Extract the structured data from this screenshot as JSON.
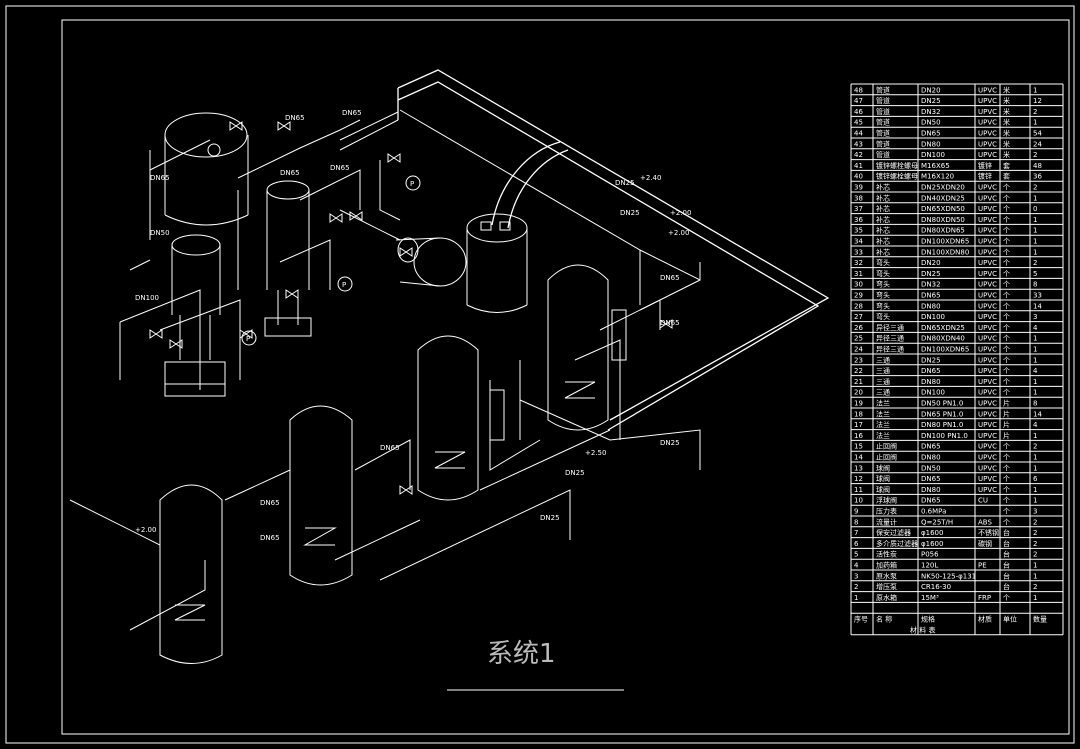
{
  "drawing": {
    "title": "系统1",
    "pipe_labels": [
      "DN65",
      "DN65",
      "DN65",
      "DN65",
      "DN65",
      "DN50",
      "DN100",
      "DN25",
      "DN25",
      "DN65",
      "DN65",
      "DN25",
      "DN65",
      "DN65",
      "DN25",
      "DN25",
      "DN65"
    ],
    "elevations": [
      "+2.40",
      "+2.00",
      "+2.00",
      "+2.50",
      "+2.00"
    ],
    "gauge_mark": "P"
  },
  "material_table": {
    "headers": [
      "序号",
      "名 称",
      "规格",
      "材质",
      "单位",
      "数量"
    ],
    "footer": "材 料 表",
    "rows": [
      [
        "48",
        "管道",
        "DN20",
        "UPVC",
        "米",
        "1"
      ],
      [
        "47",
        "管道",
        "DN25",
        "UPVC",
        "米",
        "12"
      ],
      [
        "46",
        "管道",
        "DN32",
        "UPVC",
        "米",
        "2"
      ],
      [
        "45",
        "管道",
        "DN50",
        "UPVC",
        "米",
        "1"
      ],
      [
        "44",
        "管道",
        "DN65",
        "UPVC",
        "米",
        "54"
      ],
      [
        "43",
        "管道",
        "DN80",
        "UPVC",
        "米",
        "24"
      ],
      [
        "42",
        "管道",
        "DN100",
        "UPVC",
        "米",
        "2"
      ],
      [
        "41",
        "镀锌螺栓螺母",
        "M16X65",
        "镀锌",
        "套",
        "48"
      ],
      [
        "40",
        "镀锌螺栓螺母",
        "M16X120",
        "镀锌",
        "套",
        "36"
      ],
      [
        "39",
        "补芯",
        "DN25XDN20",
        "UPVC",
        "个",
        "2"
      ],
      [
        "38",
        "补芯",
        "DN40XDN25",
        "UPVC",
        "个",
        "1"
      ],
      [
        "37",
        "补芯",
        "DN65XDN50",
        "UPVC",
        "个",
        "0"
      ],
      [
        "36",
        "补芯",
        "DN80XDN50",
        "UPVC",
        "个",
        "1"
      ],
      [
        "35",
        "补芯",
        "DN80XDN65",
        "UPVC",
        "个",
        "1"
      ],
      [
        "34",
        "补芯",
        "DN100XDN65",
        "UPVC",
        "个",
        "1"
      ],
      [
        "33",
        "补芯",
        "DN100XDN80",
        "UPVC",
        "个",
        "1"
      ],
      [
        "32",
        "弯头",
        "DN20",
        "UPVC",
        "个",
        "2"
      ],
      [
        "31",
        "弯头",
        "DN25",
        "UPVC",
        "个",
        "5"
      ],
      [
        "30",
        "弯头",
        "DN32",
        "UPVC",
        "个",
        "8"
      ],
      [
        "29",
        "弯头",
        "DN65",
        "UPVC",
        "个",
        "33"
      ],
      [
        "28",
        "弯头",
        "DN80",
        "UPVC",
        "个",
        "14"
      ],
      [
        "27",
        "弯头",
        "DN100",
        "UPVC",
        "个",
        "3"
      ],
      [
        "26",
        "异径三通",
        "DN65XDN25",
        "UPVC",
        "个",
        "4"
      ],
      [
        "25",
        "异径三通",
        "DN80XDN40",
        "UPVC",
        "个",
        "1"
      ],
      [
        "24",
        "异径三通",
        "DN100XDN65",
        "UPVC",
        "个",
        "1"
      ],
      [
        "23",
        "三通",
        "DN25",
        "UPVC",
        "个",
        "1"
      ],
      [
        "22",
        "三通",
        "DN65",
        "UPVC",
        "个",
        "4"
      ],
      [
        "21",
        "三通",
        "DN80",
        "UPVC",
        "个",
        "1"
      ],
      [
        "20",
        "三通",
        "DN100",
        "UPVC",
        "个",
        "1"
      ],
      [
        "19",
        "法兰",
        "DN50 PN1.0",
        "UPVC",
        "片",
        "8"
      ],
      [
        "18",
        "法兰",
        "DN65 PN1.0",
        "UPVC",
        "片",
        "14"
      ],
      [
        "17",
        "法兰",
        "DN80 PN1.0",
        "UPVC",
        "片",
        "4"
      ],
      [
        "16",
        "法兰",
        "DN100 PN1.0",
        "UPVC",
        "片",
        "1"
      ],
      [
        "15",
        "止回阀",
        "DN65",
        "UPVC",
        "个",
        "2"
      ],
      [
        "14",
        "止回阀",
        "DN80",
        "UPVC",
        "个",
        "1"
      ],
      [
        "13",
        "球阀",
        "DN50",
        "UPVC",
        "个",
        "1"
      ],
      [
        "12",
        "球阀",
        "DN65",
        "UPVC",
        "个",
        "6"
      ],
      [
        "11",
        "球阀",
        "DN80",
        "UPVC",
        "个",
        "1"
      ],
      [
        "10",
        "浮球阀",
        "DN65",
        "CU",
        "个",
        "1"
      ],
      [
        "9",
        "压力表",
        "0.6MPa",
        "",
        "个",
        "3"
      ],
      [
        "8",
        "流量计",
        "Q=25T/H",
        "ABS",
        "个",
        "2"
      ],
      [
        "7",
        "保安过滤器",
        "φ1600",
        "不锈钢",
        "台",
        "2"
      ],
      [
        "6",
        "多介质过滤器",
        "φ1600",
        "碳钢",
        "台",
        "2"
      ],
      [
        "5",
        "活性炭",
        "P056",
        "",
        "台",
        "2"
      ],
      [
        "4",
        "加药箱",
        "120L",
        "PE",
        "台",
        "1"
      ],
      [
        "3",
        "原水泵",
        "NK50-125-φ131",
        "",
        "台",
        "1"
      ],
      [
        "2",
        "增压泵",
        "CR16-30",
        "",
        "台",
        "2"
      ],
      [
        "1",
        "原水箱",
        "15M³",
        "FRP",
        "个",
        "1"
      ]
    ]
  }
}
